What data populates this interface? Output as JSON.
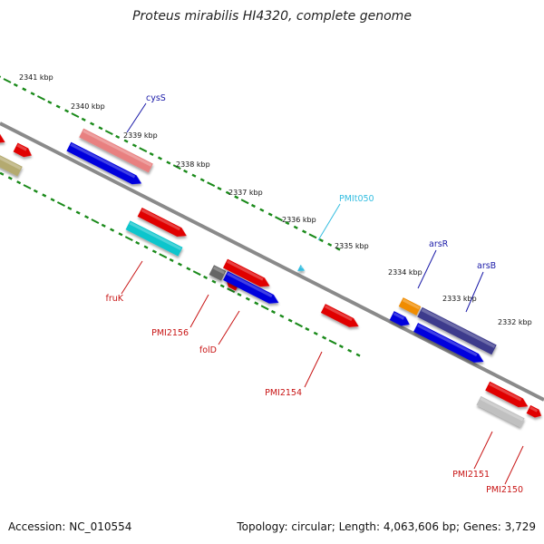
{
  "title": "Proteus mirabilis HI4320, complete genome",
  "footer": {
    "accession": "Accession: NC_010554",
    "summary": "Topology: circular; Length: 4,063,606 bp; Genes: 3,729"
  },
  "colors": {
    "backbone": "#8a8a8a",
    "tick": "#1a8a1a",
    "forward_label": "#1a1aa8",
    "reverse_label": "#c81414",
    "trna_label": "#33bde0"
  },
  "scale_labels": [
    "2341 kbp",
    "2340 kbp",
    "2339 kbp",
    "2338 kbp",
    "2337 kbp",
    "2336 kbp",
    "2335 kbp",
    "2334 kbp",
    "2333 kbp",
    "2332 kbp"
  ],
  "gene_labels": [
    {
      "text": "cysS",
      "strand": "forward"
    },
    {
      "text": "PMIt050",
      "strand": "trna"
    },
    {
      "text": "arsR",
      "strand": "forward"
    },
    {
      "text": "arsB",
      "strand": "forward"
    },
    {
      "text": "fruK",
      "strand": "reverse"
    },
    {
      "text": "PMI2156",
      "strand": "reverse"
    },
    {
      "text": "folD",
      "strand": "reverse"
    },
    {
      "text": "PMI2154",
      "strand": "reverse"
    },
    {
      "text": "PMI2151",
      "strand": "reverse"
    },
    {
      "text": "PMI2150",
      "strand": "reverse"
    }
  ],
  "features": [
    {
      "name": "outer-left-red-1",
      "color": "#e00000"
    },
    {
      "name": "outer-left-red-2",
      "color": "#e00000"
    },
    {
      "name": "outer-left-olive",
      "color": "#b4aa70"
    },
    {
      "name": "cysS-salmon",
      "color": "#e88080"
    },
    {
      "name": "cysS-blue",
      "color": "#0000dd"
    },
    {
      "name": "fruK-red",
      "color": "#e00000"
    },
    {
      "name": "fruK-cyan",
      "color": "#11c5cc"
    },
    {
      "name": "PMI2156-grey",
      "color": "#666666"
    },
    {
      "name": "PMI2156-red",
      "color": "#e00000"
    },
    {
      "name": "folD-red",
      "color": "#e00000"
    },
    {
      "name": "folD-blue",
      "color": "#0000dd"
    },
    {
      "name": "PMIt050-triangle",
      "color": "#33bde0"
    },
    {
      "name": "PMI2154-red",
      "color": "#e00000"
    },
    {
      "name": "arsR-orange",
      "color": "#f08c00"
    },
    {
      "name": "arsR-blue",
      "color": "#0000dd"
    },
    {
      "name": "arsB-navy",
      "color": "#3c3a8c"
    },
    {
      "name": "arsB-blue",
      "color": "#0000dd"
    },
    {
      "name": "PMI2151-red",
      "color": "#e00000"
    },
    {
      "name": "PMI2151-grey",
      "color": "#c0c0c0"
    },
    {
      "name": "PMI2150-red",
      "color": "#e00000"
    }
  ]
}
